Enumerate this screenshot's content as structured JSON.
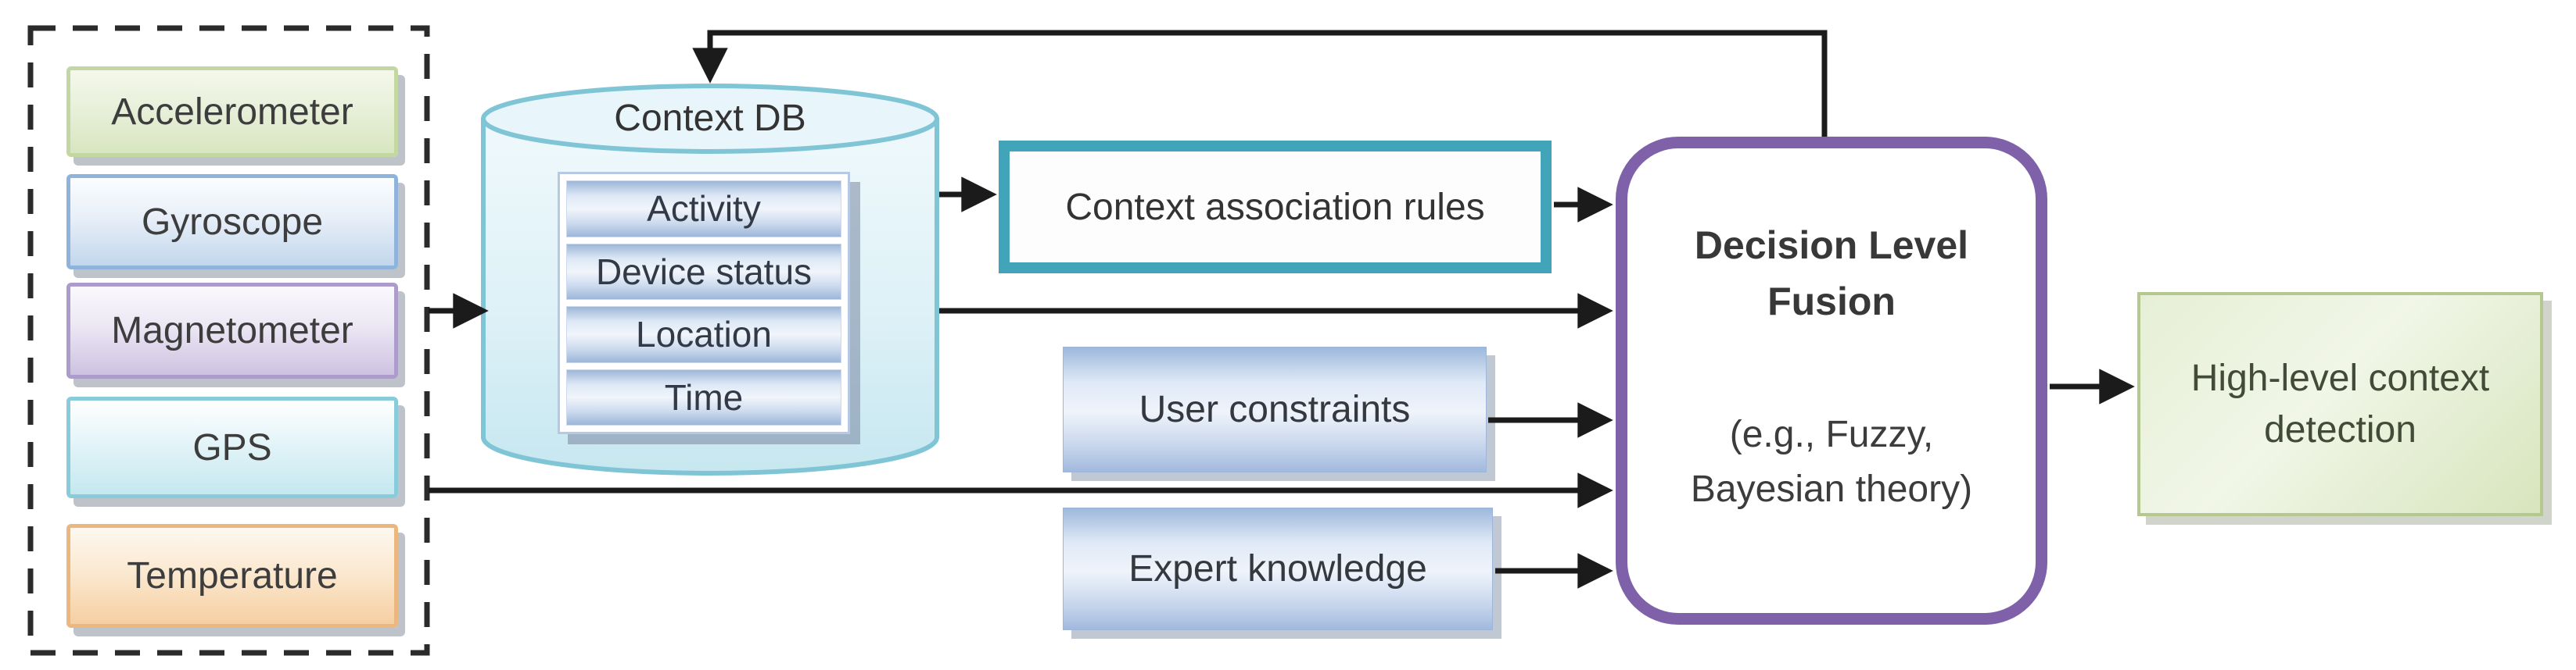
{
  "figure": {
    "sensors": {
      "items": [
        {
          "label": "Accelerometer",
          "fill": "#e3edd2",
          "border": "#c3d7a2"
        },
        {
          "label": "Gyroscope",
          "fill": "#c2d7ec",
          "border": "#8fb4dc"
        },
        {
          "label": "Magnetometer",
          "fill": "#cdc2e1",
          "border": "#ab9ccb"
        },
        {
          "label": "GPS",
          "fill": "#c4e8f0",
          "border": "#88cbdb"
        },
        {
          "label": "Temperature",
          "fill": "#f6cfa2",
          "border": "#ecb67f"
        }
      ]
    },
    "context_db": {
      "title": "Context DB",
      "fields": [
        {
          "label": "Activity"
        },
        {
          "label": "Device status"
        },
        {
          "label": "Location"
        },
        {
          "label": "Time"
        }
      ],
      "cylinder_fill": "#d9eff5",
      "cylinder_stroke": "#7fc5d6",
      "row_fill": "#c3d4ea"
    },
    "rules_box": {
      "label": "Context association rules",
      "border_color": "#42a4b9"
    },
    "user_constraints": {
      "label": "User constraints",
      "fill": "#c6d5ec"
    },
    "expert_knowledge": {
      "label": "Expert knowledge",
      "fill": "#c6d5ec"
    },
    "fusion_box": {
      "title": "Decision Level Fusion",
      "subtitle": "(e.g., Fuzzy, Bayesian theory)",
      "border_color": "#7f61a9"
    },
    "output_box": {
      "label": "High-level context detection",
      "fill": "#dde9c6",
      "border": "#b5c88f"
    },
    "connector_color": "#1b1b1b",
    "dashed_group_color": "#2b2b2b"
  }
}
